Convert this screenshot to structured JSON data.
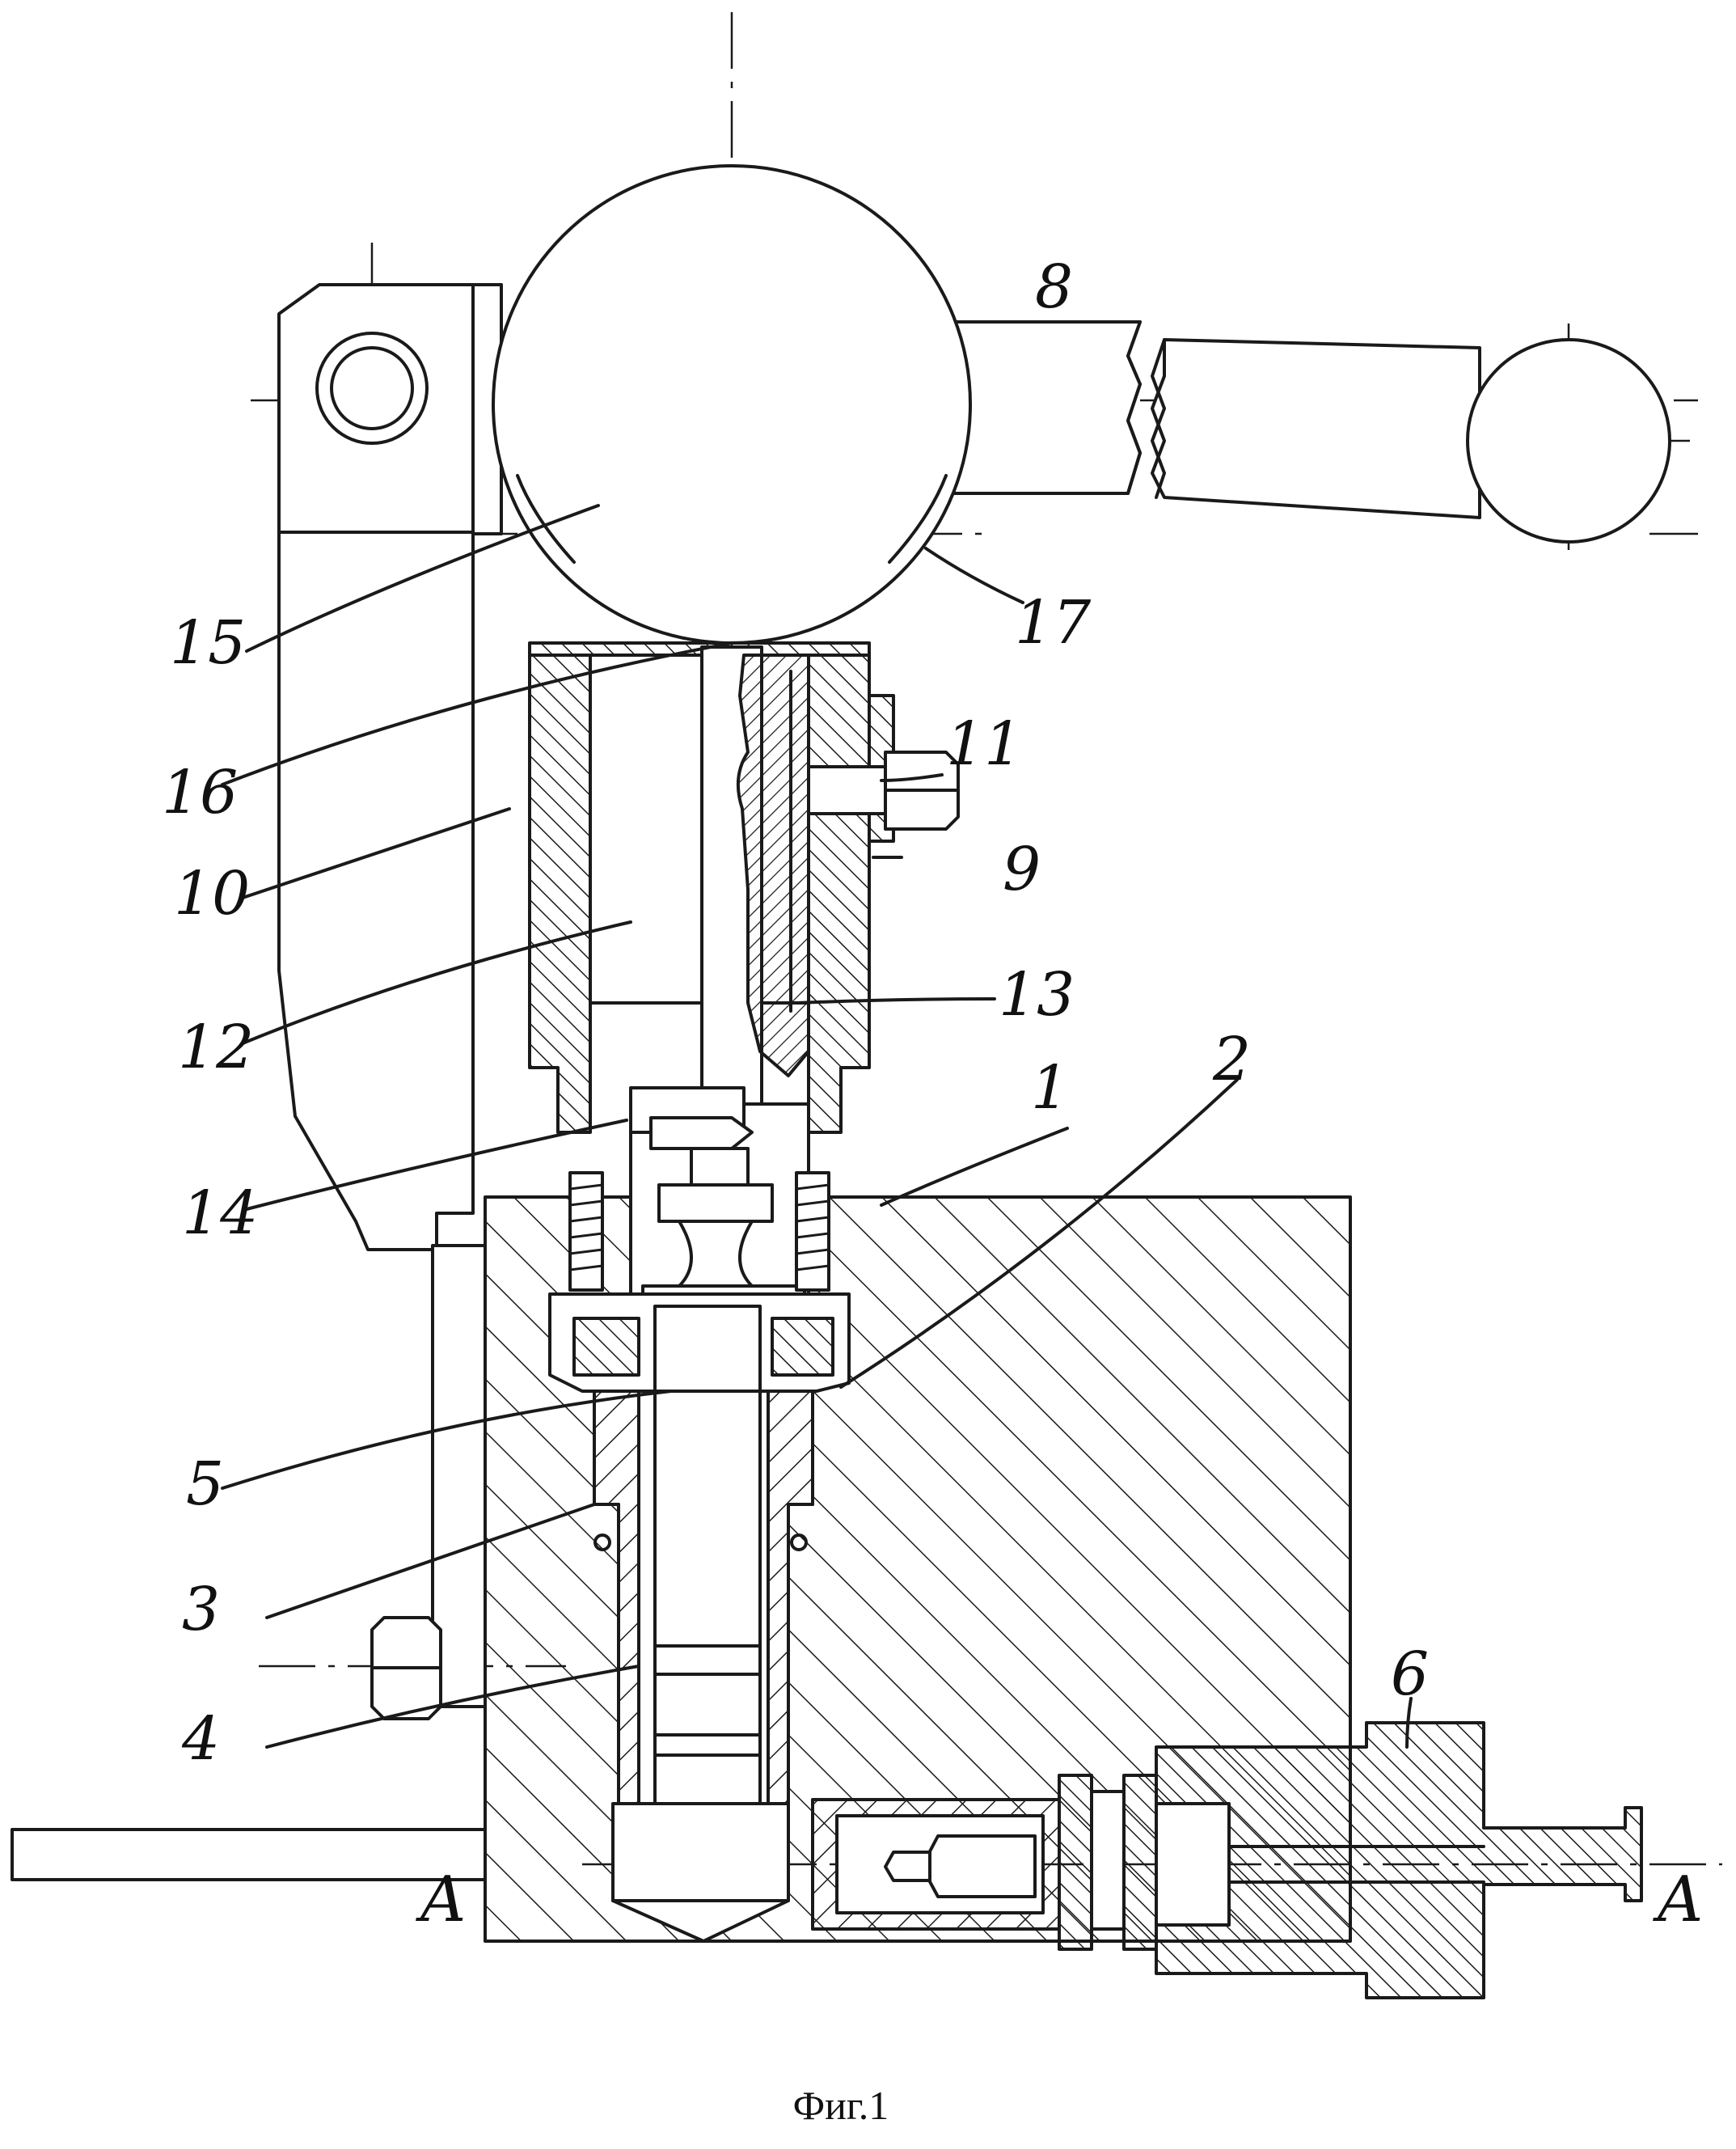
{
  "labels": {
    "p1": "1",
    "p2": "2",
    "p3": "3",
    "p4": "4",
    "p5": "5",
    "p6": "6",
    "p8": "8",
    "p9": "9",
    "p10": "10",
    "p11": "11",
    "p12": "12",
    "p13": "13",
    "p14": "14",
    "p15": "15",
    "p16": "16",
    "p17": "17"
  },
  "section": {
    "left": "A",
    "right": "A"
  },
  "caption": "Фиг.1"
}
